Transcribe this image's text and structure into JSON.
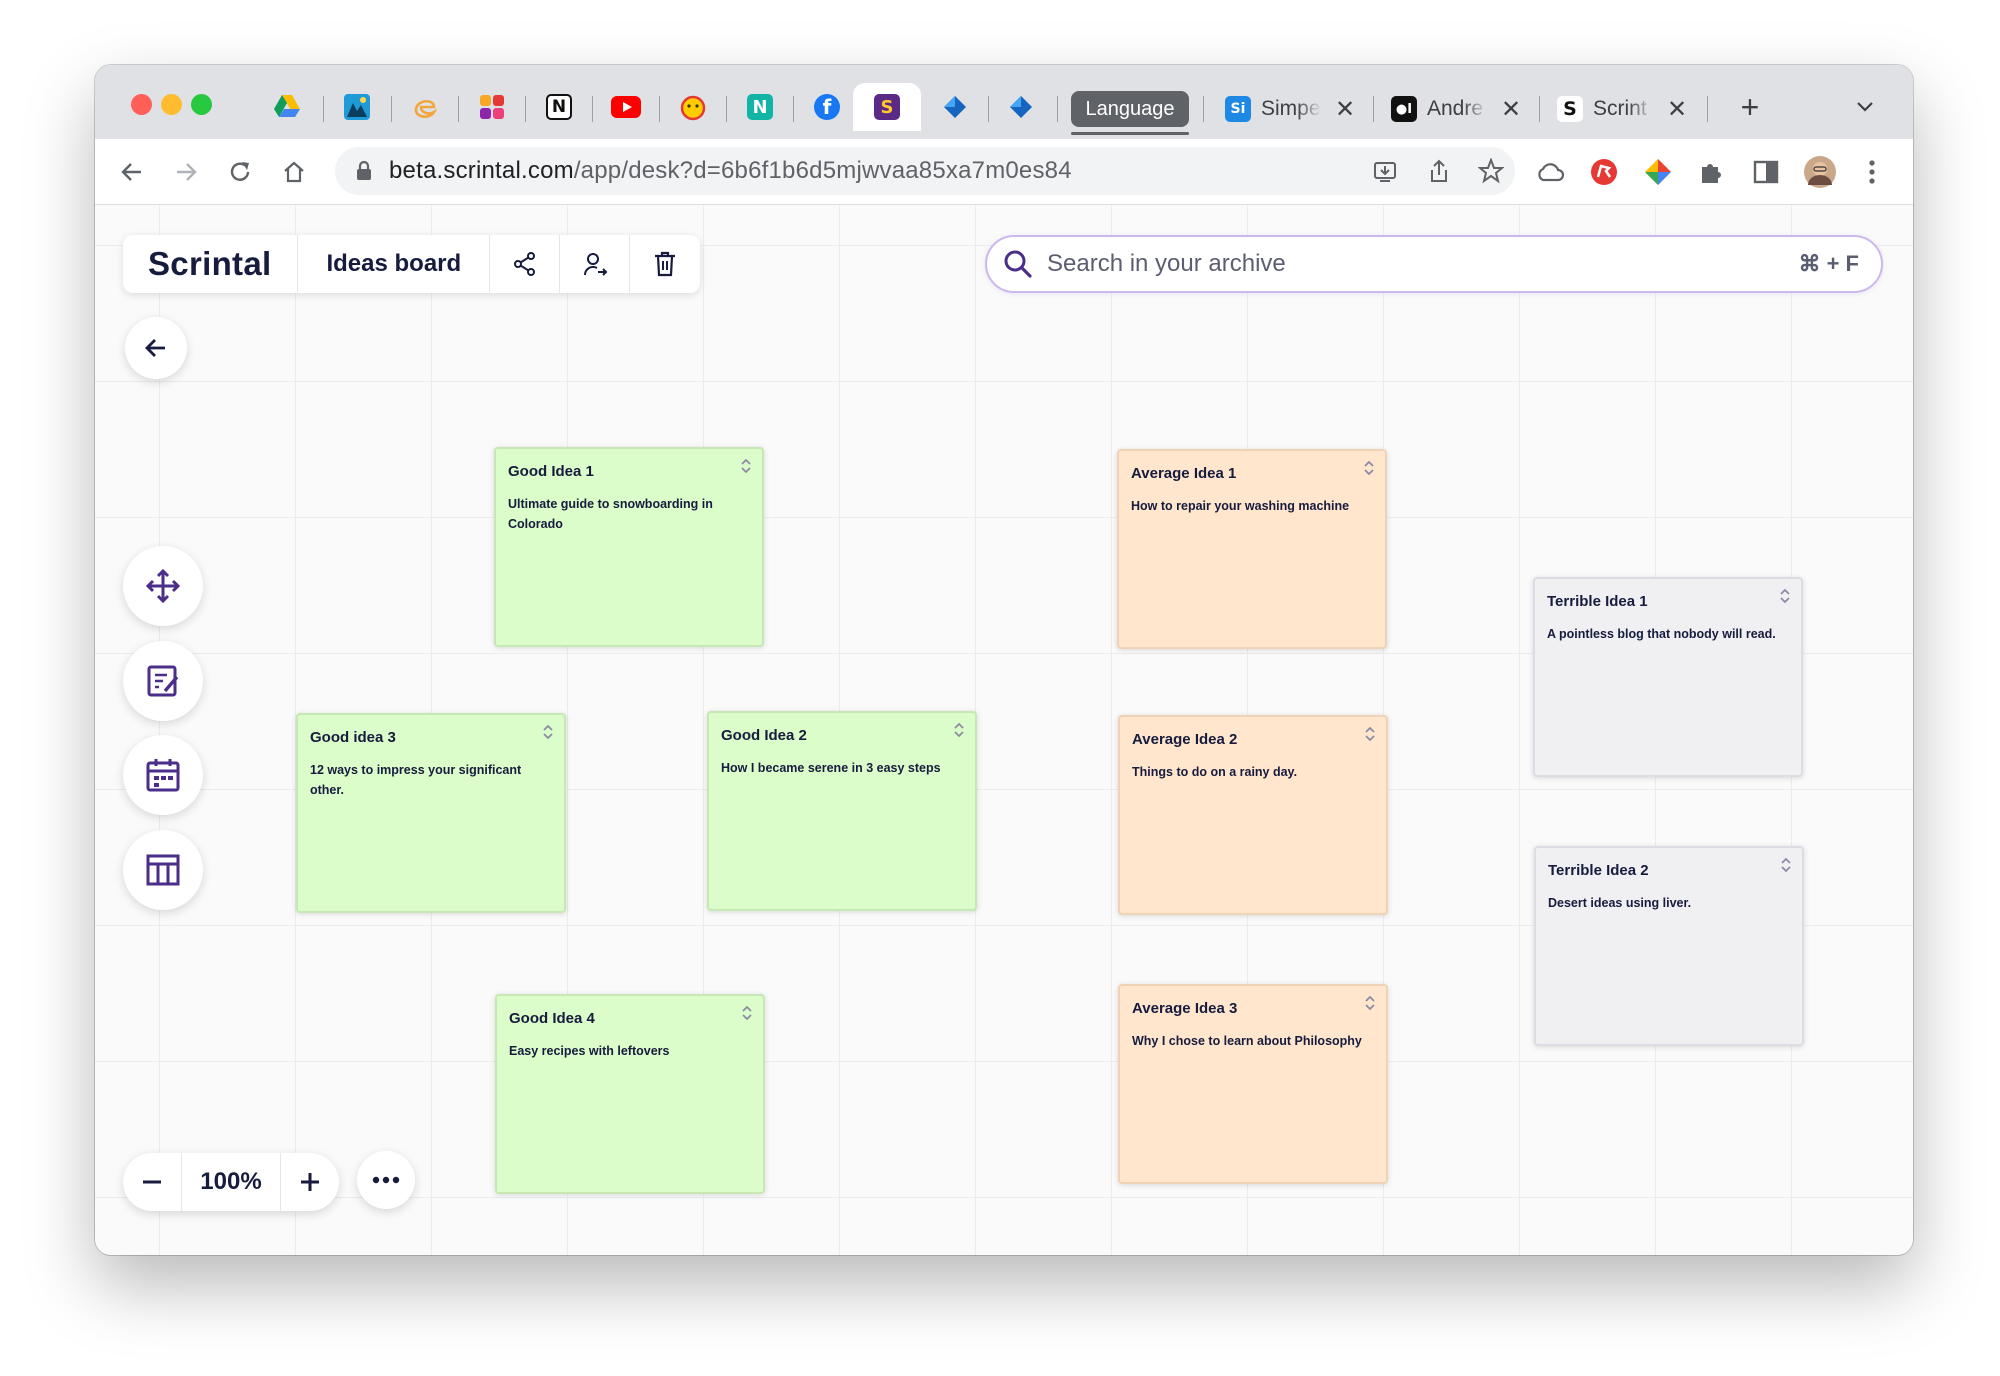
{
  "browser": {
    "tabs": [
      {
        "icon": "google-drive-icon"
      },
      {
        "icon": "photos-icon"
      },
      {
        "icon": "edge-icon"
      },
      {
        "icon": "color-swatch-icon"
      },
      {
        "icon": "notion-icon",
        "glyph": "N"
      },
      {
        "icon": "youtube-icon"
      },
      {
        "icon": "emoji-icon"
      },
      {
        "icon": "n-app-icon",
        "glyph": "N"
      },
      {
        "icon": "facebook-icon",
        "glyph": "f"
      },
      {
        "icon": "scrintal-icon",
        "glyph": "S",
        "active": true
      },
      {
        "icon": "blue-app-icon"
      },
      {
        "icon": "blue-app-icon"
      }
    ],
    "tab_group_label": "Language",
    "named_tabs": [
      {
        "favicon": "Si",
        "title": "Simpe",
        "close": "✕"
      },
      {
        "favicon": "●I",
        "title": "Andre",
        "close": "✕"
      },
      {
        "favicon": "S",
        "title": "Scrint",
        "close": "✕"
      }
    ],
    "new_tab_label": "+",
    "url_domain": "beta.scrintal.com",
    "url_path": "/app/desk?d=6b6f1b6d5mjwvaa85xa7m0es84"
  },
  "app": {
    "logo": "Scrintal",
    "board_name": "Ideas board",
    "search_placeholder": "Search in your archive",
    "search_shortcut": "⌘ + F",
    "zoom_level": "100%"
  },
  "notes": {
    "good1": {
      "title": "Good Idea 1",
      "body": "Ultimate guide to snowboarding in Colorado"
    },
    "good2": {
      "title": "Good Idea 2",
      "body": "How I became serene in 3 easy steps"
    },
    "good3": {
      "title": "Good idea 3",
      "body": "12 ways to impress your significant other."
    },
    "good4": {
      "title": "Good Idea 4",
      "body": "Easy recipes with leftovers"
    },
    "avg1": {
      "title": "Average Idea 1",
      "body": "How to repair your washing machine"
    },
    "avg2": {
      "title": "Average Idea 2",
      "body": "Things to do on a rainy day."
    },
    "avg3": {
      "title": "Average Idea 3",
      "body": "Why I chose to learn about Philosophy"
    },
    "bad1": {
      "title": "Terrible Idea 1",
      "body": "A pointless blog that nobody will read."
    },
    "bad2": {
      "title": "Terrible Idea 2",
      "body": "Desert ideas using liver."
    }
  },
  "colors": {
    "good": "#dbfdc9",
    "average": "#ffe6cd",
    "terrible": "#f0f0f2",
    "brand": "#4a2e8a",
    "ink": "#171b3e"
  }
}
